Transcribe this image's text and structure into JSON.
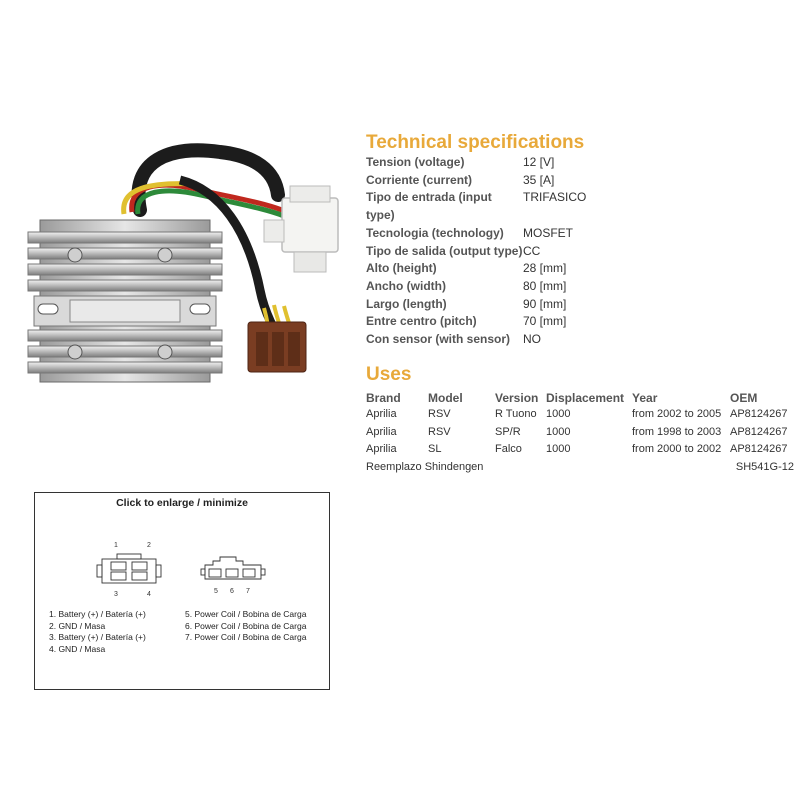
{
  "specs": {
    "title": "Technical specifications",
    "rows": [
      {
        "label": "Tension (voltage)",
        "value": "12 [V]"
      },
      {
        "label": "Corriente (current)",
        "value": "35 [A]"
      },
      {
        "label": "Tipo de entrada (input type)",
        "value": "TRIFASICO"
      },
      {
        "label": "Tecnologia (technology)",
        "value": "MOSFET"
      },
      {
        "label": "Tipo de salida (output type)",
        "value": "CC"
      },
      {
        "label": "Alto (height)",
        "value": "28 [mm]"
      },
      {
        "label": "Ancho (width)",
        "value": "80 [mm]"
      },
      {
        "label": "Largo (length)",
        "value": "90 [mm]"
      },
      {
        "label": "Entre centro (pitch)",
        "value": "70 [mm]"
      },
      {
        "label": "Con sensor (with sensor)",
        "value": "NO"
      }
    ]
  },
  "uses": {
    "title": "Uses",
    "headers": {
      "brand": "Brand",
      "model": "Model",
      "version": "Version",
      "displacement": "Displacement",
      "year": "Year",
      "oem": "OEM"
    },
    "rows": [
      {
        "brand": "Aprilia",
        "model": "RSV",
        "version": "R Tuono",
        "displacement": "1000",
        "year": "from 2002 to 2005",
        "oem": "AP8124267"
      },
      {
        "brand": "Aprilia",
        "model": "RSV",
        "version": "SP/R",
        "displacement": "1000",
        "year": "from 1998 to 2003",
        "oem": "AP8124267"
      },
      {
        "brand": "Aprilia",
        "model": "SL",
        "version": "Falco",
        "displacement": "1000",
        "year": "from 2000 to 2002",
        "oem": "AP8124267"
      }
    ],
    "replacement": {
      "label": "Reemplazo Shindengen",
      "value": "SH541G-12"
    }
  },
  "diagram": {
    "title": "Click to enlarge / minimize",
    "pins": {
      "p1": "1",
      "p2": "2",
      "p3": "3",
      "p4": "4",
      "p5": "5",
      "p6": "6",
      "p7": "7"
    },
    "legend_left": [
      "1. Battery (+) / Batería (+)",
      "2. GND / Masa",
      "3. Battery (+) / Batería (+)",
      "4. GND / Masa"
    ],
    "legend_right": [
      "5. Power Coil / Bobina de Carga",
      "6. Power Coil / Bobina de Carga",
      "7. Power Coil / Bobina de Carga"
    ]
  },
  "colors": {
    "heading": "#e8a93a",
    "wire_black": "#1c1c1c",
    "wire_red": "#c0281e",
    "wire_green": "#2d8a3a",
    "wire_yellow": "#e0c030",
    "connector_brown": "#7a3d22"
  }
}
